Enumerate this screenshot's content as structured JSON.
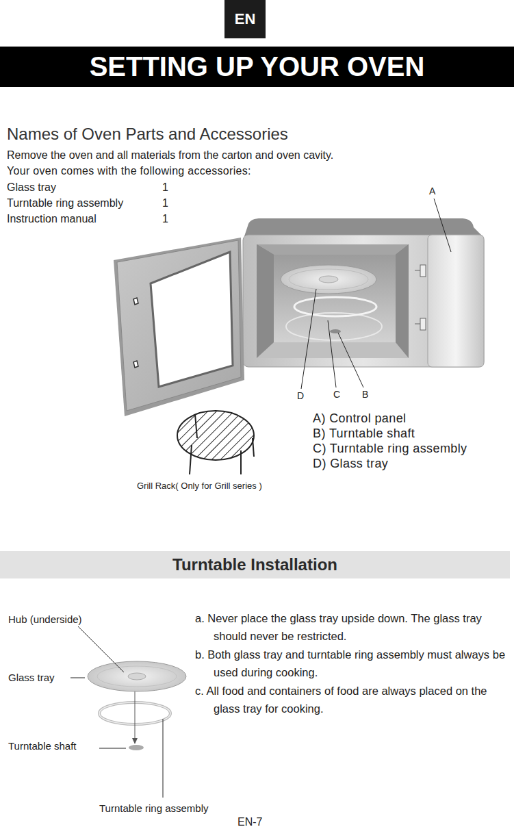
{
  "diagram": {
    "nodes": [
      {
        "text": [
          "EN"
        ]
      },
      {
        "text": [
          "SETTING UP YOUR OVEN"
        ]
      },
      {
        "text": [
          "Turntable Installation"
        ]
      }
    ],
    "labels": [
      "Names of Oven Parts and Accessories",
      "Remove the oven and all materials from the carton and oven cavity.",
      "Your oven comes with the following accessories:",
      "Glass tray",
      "1",
      "Turntable ring assembly",
      "1",
      "Instruction manual",
      "1",
      "A",
      "D",
      "C",
      "B",
      "A) Control panel",
      "B) Turntable shaft",
      "C) Turntable ring assembly",
      "D) Glass tray",
      "Grill Rack( Only for Grill series )",
      "Hub (underside)",
      "Glass tray",
      "Turntable shaft",
      "Turntable ring assembly",
      "a. Never place the glass tray upside down. The glass tray should never be restricted.",
      "b. Both glass tray and turntable ring assembly must always be used during cooking.",
      "c. All food and containers of food are always placed on the glass tray for cooking.",
      "EN-7"
    ]
  }
}
